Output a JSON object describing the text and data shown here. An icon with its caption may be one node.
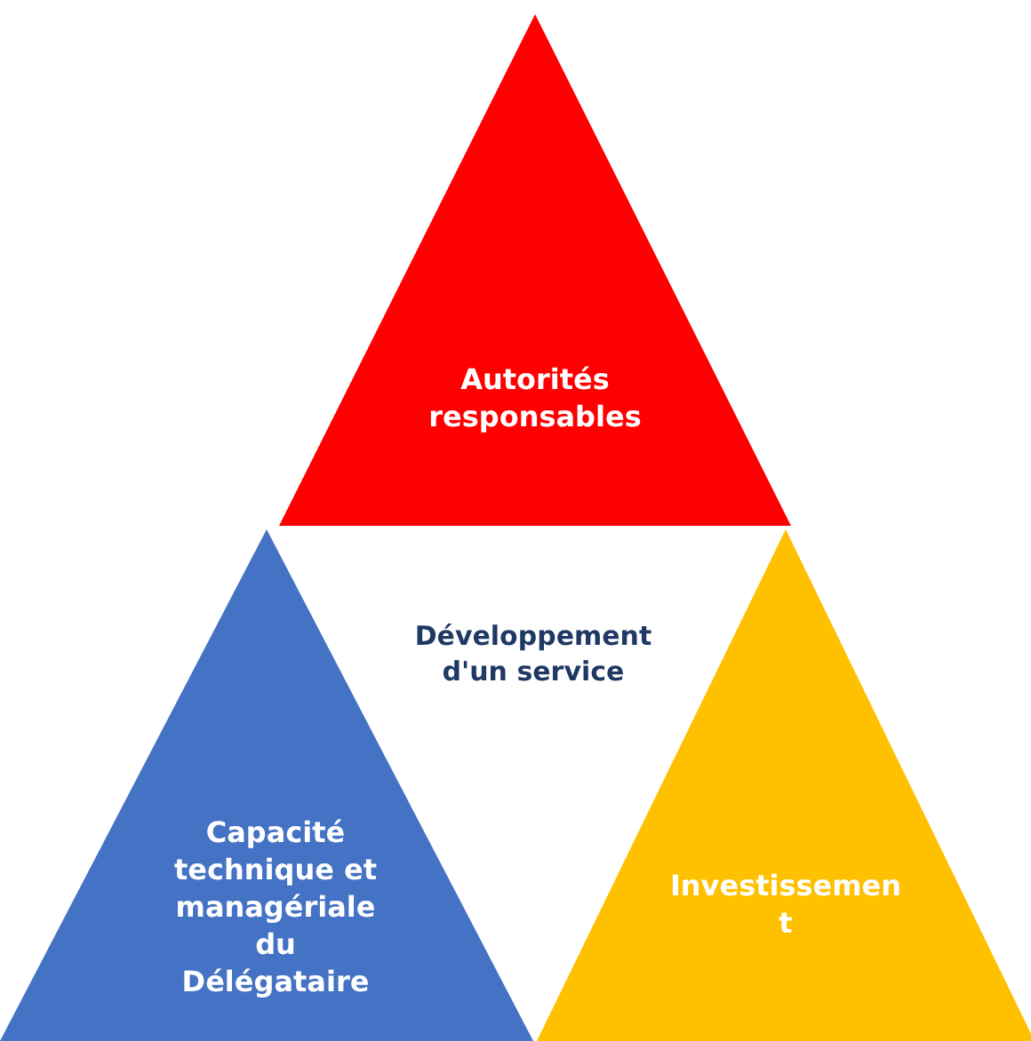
{
  "diagram": {
    "nodes": [
      {
        "text": [
          "Autorités responsables"
        ]
      },
      {
        "text": [
          "Capacité technique et managériale du Délégataire"
        ]
      },
      {
        "text": [
          "Investissemen t"
        ]
      }
    ],
    "labels": [
      "Développement d'un service"
    ]
  }
}
